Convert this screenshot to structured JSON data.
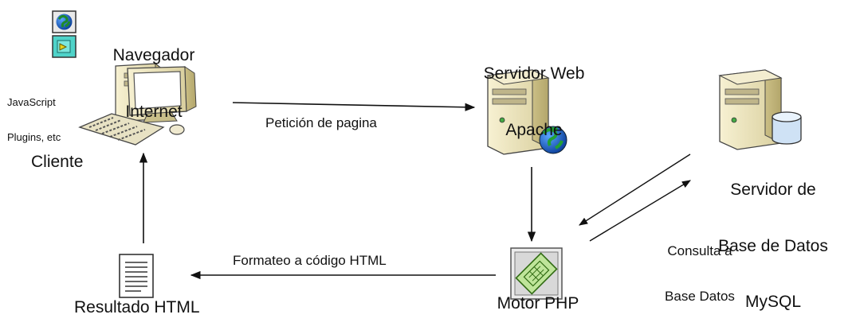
{
  "nodes": {
    "browser": {
      "title_line1": "Navegador",
      "title_line2": "Internet",
      "plugins_line1": "JavaScript",
      "plugins_line2": "Plugins, etc",
      "client_label": "Cliente"
    },
    "web_server": {
      "line1": "Servidor Web",
      "line2": "Apache"
    },
    "db_server": {
      "line1": "Servidor de",
      "line2": "Base de Datos",
      "line3": "MySQL"
    },
    "php_engine": {
      "label": "Motor PHP"
    },
    "html_result": {
      "label": "Resultado HTML"
    }
  },
  "edges": {
    "request": "Petición de pagina",
    "query_line1": "Consulta a",
    "query_line2": "Base Datos",
    "format": "Formateo a código HTML"
  }
}
